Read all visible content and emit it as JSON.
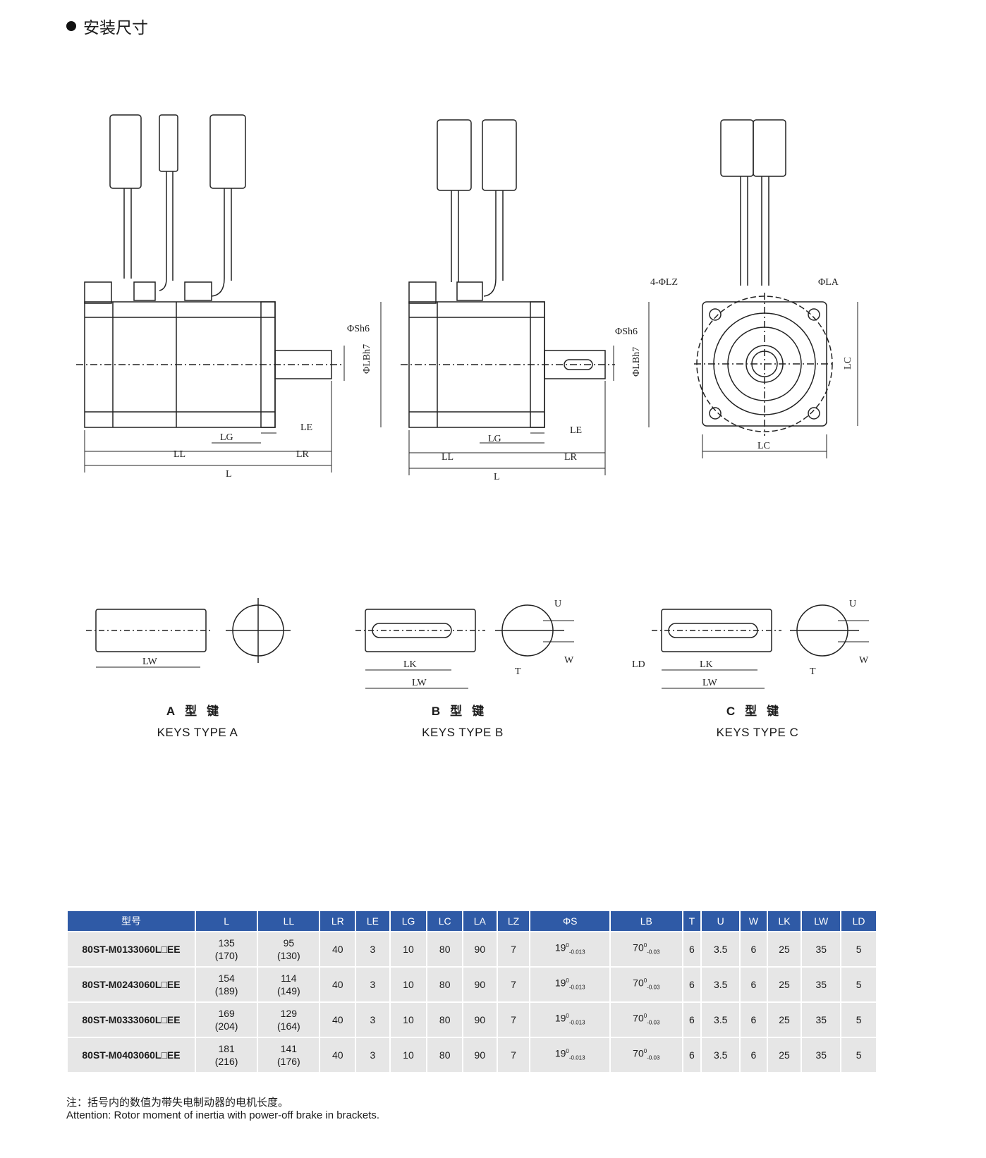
{
  "title": "安装尺寸",
  "diagram_labels": {
    "shaft_dia": "ΦSh6",
    "flange_dia": "ΦLBh7",
    "LE": "LE",
    "LG": "LG",
    "LL": "LL",
    "LR": "LR",
    "L": "L",
    "LC": "LC",
    "LA": "ΦLA",
    "LZ": "4-ΦLZ",
    "LW": "LW",
    "LK": "LK",
    "LD": "LD",
    "T": "T",
    "U": "U",
    "W": "W"
  },
  "keys": [
    {
      "cn": "A型键",
      "en": "KEYS TYPE A"
    },
    {
      "cn": "B型键",
      "en": "KEYS TYPE B"
    },
    {
      "cn": "C型键",
      "en": "KEYS TYPE C"
    }
  ],
  "table": {
    "headers": [
      "型号",
      "L",
      "LL",
      "LR",
      "LE",
      "LG",
      "LC",
      "LA",
      "LZ",
      "ΦS",
      "LB",
      "T",
      "U",
      "W",
      "LK",
      "LW",
      "LD"
    ],
    "tolerance": {
      "s_upper": "0",
      "s_lower": "-0.013",
      "b_upper": "0",
      "b_lower": "-0.03"
    },
    "rows": [
      {
        "model": "80ST-M0133060L□EE",
        "L": "135",
        "L_brake": "(170)",
        "LL": "95",
        "LL_brake": "(130)",
        "LR": "40",
        "LE": "3",
        "LG": "10",
        "LC": "80",
        "LA": "90",
        "LZ": "7",
        "S": "19",
        "LB": "70",
        "T": "6",
        "U": "3.5",
        "W": "6",
        "LK": "25",
        "LW": "35",
        "LD": "5"
      },
      {
        "model": "80ST-M0243060L□EE",
        "L": "154",
        "L_brake": "(189)",
        "LL": "114",
        "LL_brake": "(149)",
        "LR": "40",
        "LE": "3",
        "LG": "10",
        "LC": "80",
        "LA": "90",
        "LZ": "7",
        "S": "19",
        "LB": "70",
        "T": "6",
        "U": "3.5",
        "W": "6",
        "LK": "25",
        "LW": "35",
        "LD": "5"
      },
      {
        "model": "80ST-M0333060L□EE",
        "L": "169",
        "L_brake": "(204)",
        "LL": "129",
        "LL_brake": "(164)",
        "LR": "40",
        "LE": "3",
        "LG": "10",
        "LC": "80",
        "LA": "90",
        "LZ": "7",
        "S": "19",
        "LB": "70",
        "T": "6",
        "U": "3.5",
        "W": "6",
        "LK": "25",
        "LW": "35",
        "LD": "5"
      },
      {
        "model": "80ST-M0403060L□EE",
        "L": "181",
        "L_brake": "(216)",
        "LL": "141",
        "LL_brake": "(176)",
        "LR": "40",
        "LE": "3",
        "LG": "10",
        "LC": "80",
        "LA": "90",
        "LZ": "7",
        "S": "19",
        "LB": "70",
        "T": "6",
        "U": "3.5",
        "W": "6",
        "LK": "25",
        "LW": "35",
        "LD": "5"
      }
    ]
  },
  "note": {
    "cn": "注：括号内的数值为带失电制动器的电机长度。",
    "en": "Attention:  Rotor moment of inertia with power-off brake in brackets."
  }
}
